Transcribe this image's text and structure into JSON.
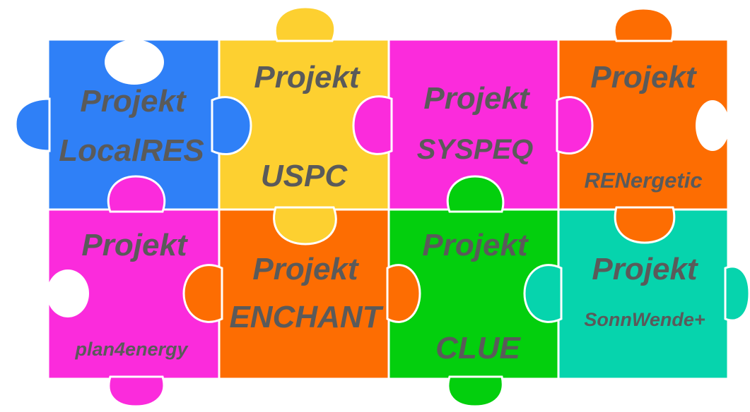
{
  "pieces": [
    {
      "id": "localres",
      "color": "#2f80f7",
      "line1": "Projekt",
      "line2": "LocalRES"
    },
    {
      "id": "uspc",
      "color": "#fdd030",
      "line1": "Projekt",
      "line2": "USPC"
    },
    {
      "id": "syspeq",
      "color": "#fb2bdc",
      "line1": "Projekt",
      "line2": "SYSPEQ"
    },
    {
      "id": "renergetic",
      "color": "#fd6d02",
      "line1": "Projekt",
      "line2": "RENergetic"
    },
    {
      "id": "plan4energy",
      "color": "#fb2bdc",
      "line1": "Projekt",
      "line2": "plan4energy"
    },
    {
      "id": "enchant",
      "color": "#fd6d02",
      "line1": "Projekt",
      "line2": "ENCHANT"
    },
    {
      "id": "clue",
      "color": "#03cf0d",
      "line1": "Projekt",
      "line2": "CLUE"
    },
    {
      "id": "sonnwende",
      "color": "#06d4ad",
      "line1": "Projekt",
      "line2": "SonnWende+"
    }
  ]
}
